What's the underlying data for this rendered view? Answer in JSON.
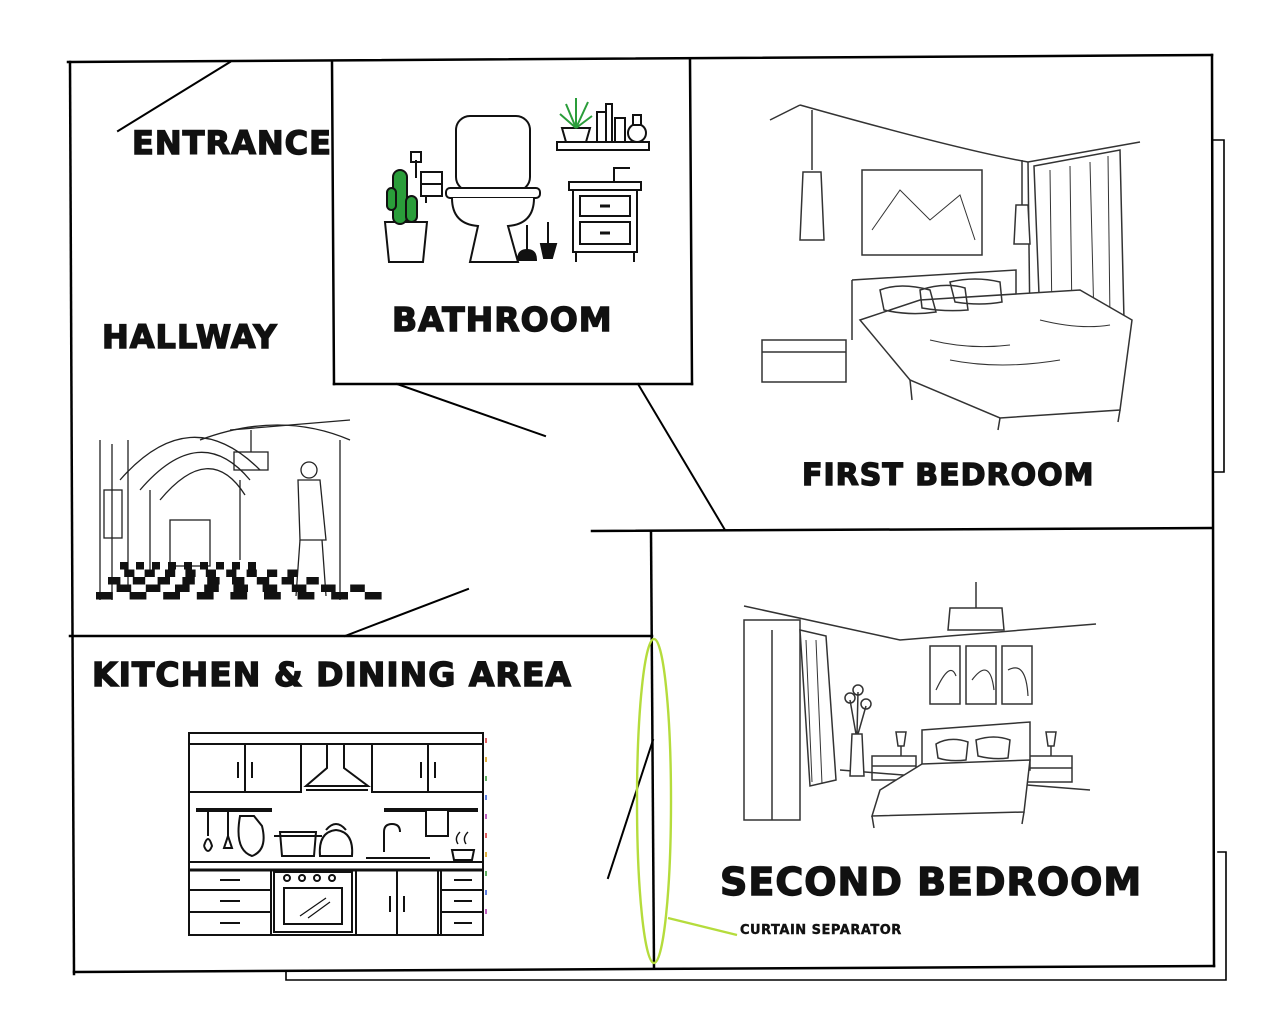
{
  "rooms": {
    "entrance": "ENTRANCE",
    "hallway": "HALLWAY",
    "bathroom": "BATHROOM",
    "first_bedroom": "FIRST BEDROOM",
    "kitchen": "KITCHEN & DINING AREA",
    "second_bedroom": "SECOND BEDROOM"
  },
  "annotations": {
    "curtain": "CURTAIN SEPARATOR"
  },
  "colors": {
    "walls": "#000000",
    "curtain_highlight": "#b5dc3c",
    "kitchen_edge_dots": [
      "#e06060",
      "#e0b040",
      "#60b060",
      "#6080e0",
      "#c060c0"
    ]
  }
}
